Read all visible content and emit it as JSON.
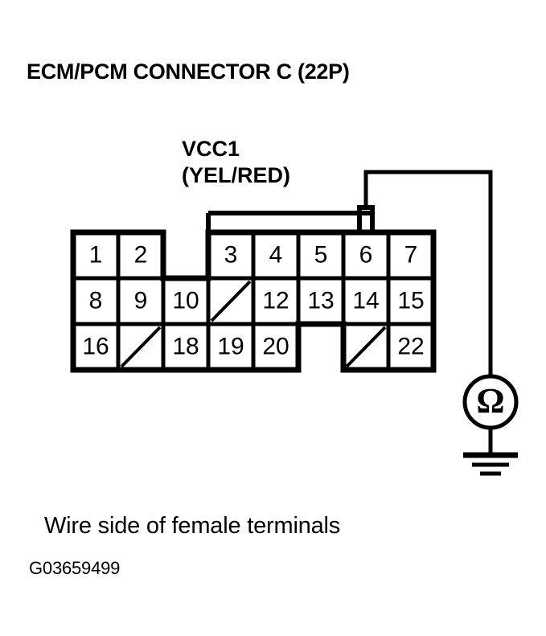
{
  "title": "ECM/PCM CONNECTOR C (22P)",
  "wire_label": {
    "line1": "VCC1",
    "line2": "(YEL/RED)"
  },
  "caption": "Wire side of female terminals",
  "figure_id": "G03659499",
  "colors": {
    "ink": "#000000",
    "background": "#ffffff"
  },
  "connector": {
    "name": "ECM/PCM Connector C",
    "pin_count": "22P",
    "columns": 8,
    "rows": 3,
    "grid": [
      [
        {
          "label": "1",
          "state": "pin"
        },
        {
          "label": "2",
          "state": "pin"
        },
        {
          "label": "",
          "state": "absent"
        },
        {
          "label": "3",
          "state": "pin"
        },
        {
          "label": "4",
          "state": "pin"
        },
        {
          "label": "5",
          "state": "pin"
        },
        {
          "label": "6",
          "state": "pin"
        },
        {
          "label": "7",
          "state": "pin"
        }
      ],
      [
        {
          "label": "8",
          "state": "pin"
        },
        {
          "label": "9",
          "state": "pin"
        },
        {
          "label": "10",
          "state": "pin"
        },
        {
          "label": "",
          "state": "blank"
        },
        {
          "label": "12",
          "state": "pin"
        },
        {
          "label": "13",
          "state": "pin"
        },
        {
          "label": "14",
          "state": "pin"
        },
        {
          "label": "15",
          "state": "pin"
        }
      ],
      [
        {
          "label": "16",
          "state": "pin"
        },
        {
          "label": "",
          "state": "blank"
        },
        {
          "label": "18",
          "state": "pin"
        },
        {
          "label": "19",
          "state": "pin"
        },
        {
          "label": "20",
          "state": "pin"
        },
        {
          "label": "",
          "state": "absent"
        },
        {
          "label": "",
          "state": "blank"
        },
        {
          "label": "22",
          "state": "pin"
        }
      ]
    ]
  },
  "measurement": {
    "instrument": "ohmmeter",
    "instrument_symbol": "Ω",
    "probe_terminal": "6",
    "probe_circuit": "VCC1 (YEL/RED)",
    "reference": "ground"
  }
}
